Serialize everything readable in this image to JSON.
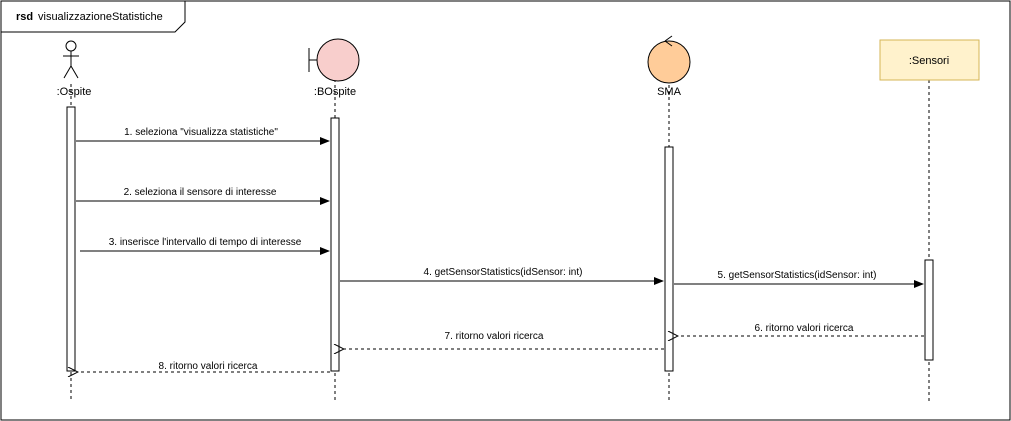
{
  "frame": {
    "keyword": "rsd",
    "name": "visualizzazioneStatistiche"
  },
  "lifelines": {
    "ospite": {
      "label": ":Ospite",
      "kind": "actor"
    },
    "bospite": {
      "label": ":BOspite",
      "kind": "boundary"
    },
    "sma": {
      "label": "SMA",
      "kind": "control"
    },
    "sensori": {
      "label": ":Sensori",
      "kind": "entity"
    }
  },
  "messages": {
    "m1": "1. seleziona \"visualizza statistiche\"",
    "m2": "2. seleziona il sensore di interesse",
    "m3": "3. inserisce l'intervallo di tempo di interesse",
    "m4": "4. getSensorStatistics(idSensor: int)",
    "m5": "5. getSensorStatistics(idSensor: int)",
    "m6": "6. ritorno valori ricerca",
    "m7": "7. ritorno valori ricerca",
    "m8": "8. ritorno valori ricerca"
  },
  "colors": {
    "boundary_fill": "#f8cecc",
    "control_fill": "#ffcc99",
    "entity_fill": "#fff2cc",
    "line": "#000000"
  }
}
